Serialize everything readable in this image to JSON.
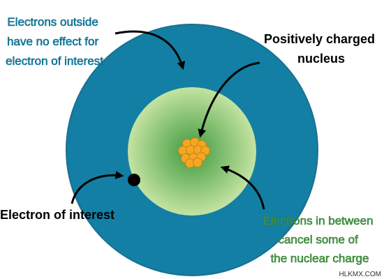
{
  "labels": {
    "outer_electrons": [
      "Electrons outside",
      "have no effect for",
      "electron of interest"
    ],
    "nucleus": [
      "Positively charged",
      "nucleus"
    ],
    "electron_of_interest": "Electron of interest",
    "inner_electrons": [
      "Electrons in between",
      "cancel some of",
      "the nuclear charge"
    ],
    "watermark": "HLKMX.COM"
  },
  "colors": {
    "outer_shell": "#137fa4",
    "outer_shell_stroke": "#1a6f8f",
    "inner_core_center": "#3f9a3e",
    "inner_core_edge": "#c4e3a2",
    "nucleus_fill": "#f5a623",
    "nucleus_stroke": "#c98510",
    "electron": "#000000",
    "arrow": "#000000",
    "outer_text": "#137fa4",
    "outer_text_stroke": "#0f6d8d",
    "inner_text": "#4ea04a",
    "inner_text_stroke": "#2f7a2e",
    "label_text": "#000000"
  }
}
